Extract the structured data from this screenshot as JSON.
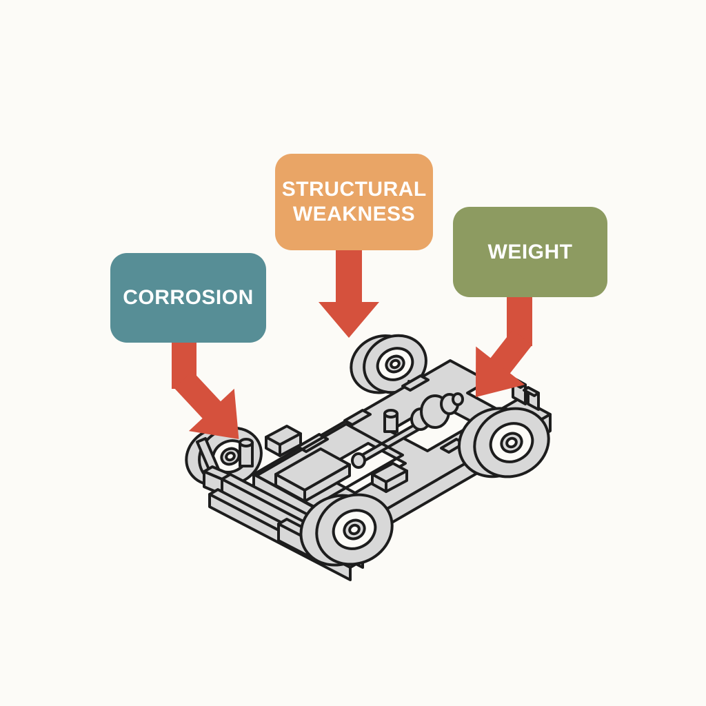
{
  "canvas": {
    "background": "#fcfbf7"
  },
  "labels": {
    "corrosion": {
      "text": "CORROSION",
      "bg": "#578e96",
      "text_color": "#ffffff"
    },
    "structural": {
      "text": "STRUCTURAL WEAKNESS",
      "bg": "#e9a566",
      "text_color": "#ffffff"
    },
    "weight": {
      "text": "WEIGHT",
      "bg": "#8d9b61",
      "text_color": "#ffffff"
    }
  },
  "arrows": {
    "color": "#d5513d",
    "items": [
      {
        "id": "corrosion-arrow",
        "direction": "down-right"
      },
      {
        "id": "structural-weakness-arrow",
        "direction": "down"
      },
      {
        "id": "weight-arrow",
        "direction": "down-left"
      }
    ]
  },
  "illustration": {
    "name": "isometric-car-chassis",
    "body_fill": "#d8d8d8",
    "outline": "#1d1d1d",
    "wheel_rim": "#fcfbf7"
  }
}
